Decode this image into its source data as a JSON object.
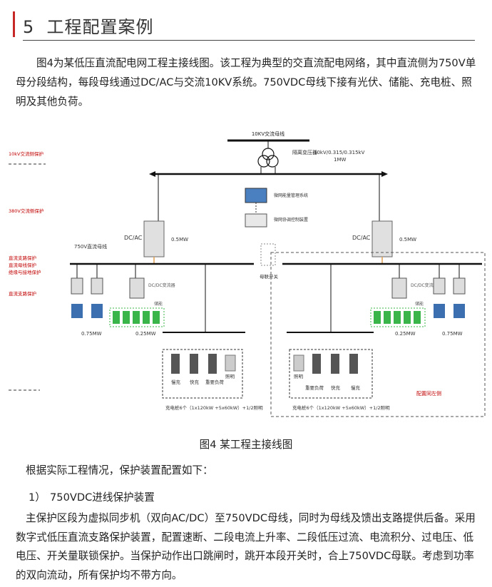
{
  "section": {
    "number": "5",
    "title": "工程配置案例"
  },
  "intro": "图4为某低压直流配电网工程主接线图。该工程为典型的交直流配电网络，其中直流侧为750V单母分段结构，每段母线通过DC/AC与交流10KV系统。750VDC母线下接有光伏、储能、充电桩、照明及其他负荷。",
  "figure": {
    "caption": "图4 某工程主接线图",
    "labels": {
      "ac_bus": "10KV交流母线",
      "xfmr_name": "隔离变压器",
      "xfmr_rating": "10kV/0.315/0.315kV",
      "xfmr_power": "1MW",
      "prot_10kv": "10kV交流侧保护",
      "prot_380v": "380V交流侧保护",
      "dc_bus_name": "750V直流母线",
      "prot_dc_branch": "直流支路保护",
      "prot_bus_diff": "直流母线保护",
      "prot_insulation": "绝缘与接地保护",
      "prot_dc_branch2": "直流支路保护",
      "monitor": "微网能量管理系统",
      "coord": "微网协调控制装置",
      "dcac_left": "DC/AC",
      "dcac_right": "DC/AC",
      "power_left": "0.5MW",
      "power_right": "0.5MW",
      "tie_switch": "母联开关",
      "dcdc": "DC/DC变流器",
      "storage": "储能",
      "pv_power_left": "0.75MW",
      "st_power_left": "0.25MW",
      "st_power_right": "0.25MW",
      "pv_power_right": "0.75MW",
      "slow_charge": "慢充",
      "fast_charge": "快充",
      "key_load": "重要负荷",
      "lighting": "照明",
      "left_group": "充电桩6个（1x120kW +5x60kW）+1/2照明",
      "right_group": "充电桩6个（1x120kW +5x60kW）+1/2照明",
      "reserve": "配置同左侧"
    }
  },
  "para_config": "根据实际工程情况，保护装置配置如下：",
  "item1": {
    "num": "1）",
    "title": "750VDC进线保护装置"
  },
  "para_item1": "主保护区段为虚拟同步机（双向AC/DC）至750VDC母线，同时为母线及馈出支路提供后备。采用数字式低压直流支路保护装置，配置速断、二段电流上升率、二段低压过流、电流积分、过电压、低电压、开关量联锁保护。当保护动作出口跳闸时，跳开本段开关时，合上750VDC母联。考虑到功率的双向流动，所有保护均不带方向。",
  "colors": {
    "accent": "#c62828",
    "bus": "#111111",
    "dc_line": "#e0a050",
    "storage_green": "#39b54a",
    "annotation": "#c00000"
  }
}
